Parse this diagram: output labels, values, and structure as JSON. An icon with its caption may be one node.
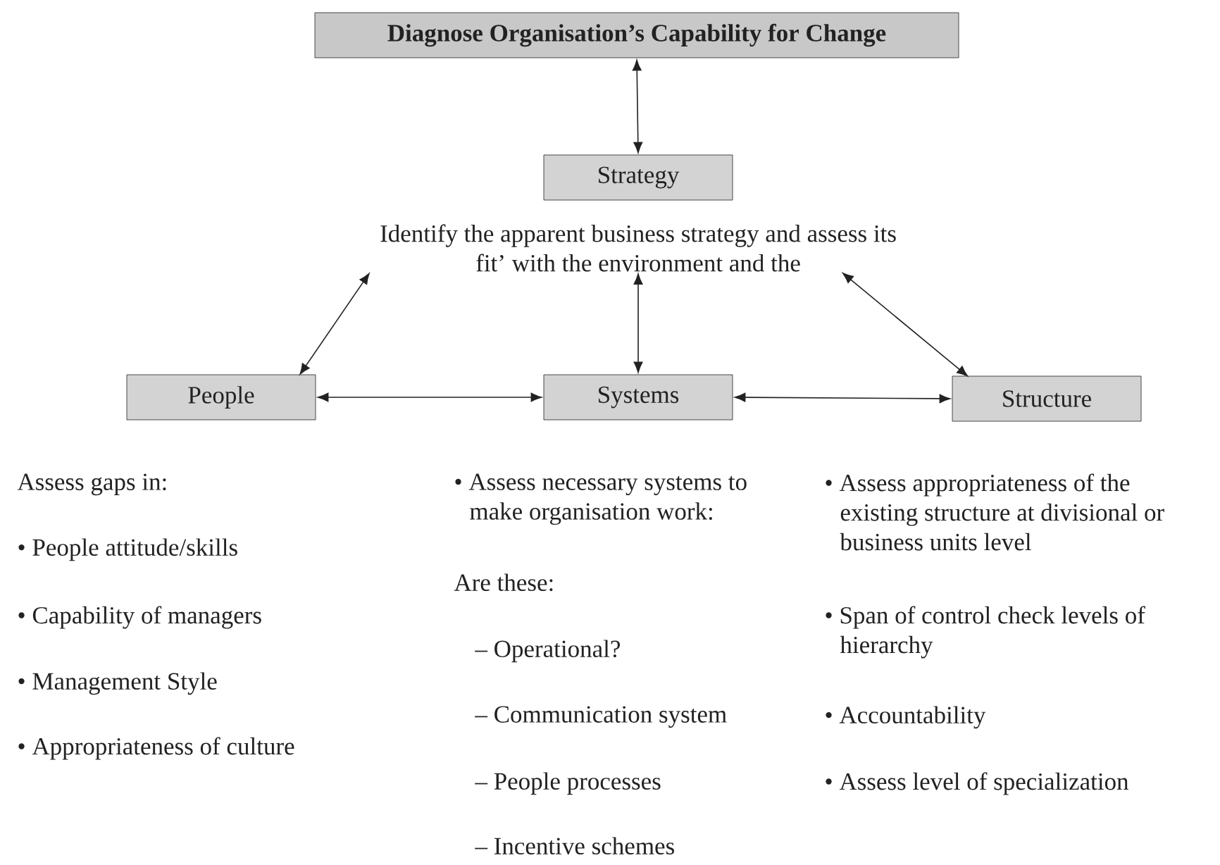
{
  "diagram": {
    "nodes": [
      {
        "text": [
          "Diagnose Organisation’s Capability for Change"
        ]
      },
      {
        "text": [
          "Strategy"
        ]
      },
      {
        "text": [
          "Identify the apparent business strategy and assess its fit’ with the environment and the"
        ]
      },
      {
        "text": [
          "People"
        ],
        "beside": [
          "Assess gaps in:",
          "• People attitude/skills",
          "• Capability of managers",
          "• Management Style",
          "• Appropriateness of culture"
        ]
      },
      {
        "text": [
          "Systems"
        ],
        "beside": [
          "• Assess necessary systems to make organisation work:",
          "Are these:",
          "– Operational?",
          "– Communication system",
          "– People processes",
          "– Incentive schemes"
        ]
      },
      {
        "text": [
          "Structure"
        ],
        "beside": [
          "• Assess appropriateness of the existing structure at divisional or business units level",
          "• Span of control check levels of hierarchy",
          "• Accountability",
          "• Assess level of specialization"
        ]
      }
    ],
    "edges": [
      {
        "from": 0,
        "to": 1,
        "arrow": "both"
      },
      {
        "from": 3,
        "to": 2,
        "arrow": "both"
      },
      {
        "from": 4,
        "to": 2,
        "arrow": "both"
      },
      {
        "from": 5,
        "to": 2,
        "arrow": "both"
      },
      {
        "from": 3,
        "to": 4,
        "arrow": "both"
      },
      {
        "from": 4,
        "to": 5,
        "arrow": "both"
      }
    ]
  }
}
